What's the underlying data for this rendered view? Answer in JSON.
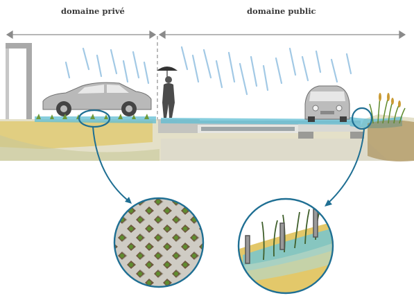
{
  "labels": {
    "private_domain": "domaine privé",
    "public_domain": "domaine public"
  },
  "icons": {
    "boundary_arrows": "double-headed-arrow",
    "person": "person-with-umbrella",
    "car_left": "sedan-car",
    "car_right": "small-car-front",
    "plants": "reeds"
  },
  "colors": {
    "rain": "#7fb0d6",
    "water": "#5eb9cf",
    "soil": "#d6c47a",
    "callout": "#1f6f93",
    "paving": "#c9c6bd",
    "grass": "#6d8f3a"
  }
}
